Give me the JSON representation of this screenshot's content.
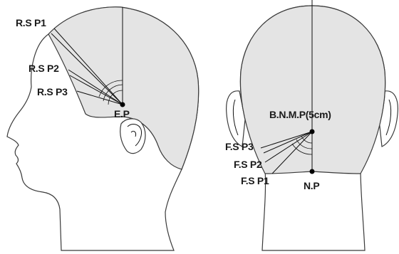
{
  "side_view": {
    "labels": {
      "rsp1": "R.S P1",
      "rsp2": "R.S P2",
      "rsp3": "R.S P3",
      "ep": "E.P"
    }
  },
  "back_view": {
    "labels": {
      "bnmp": "B.N.M.P(5cm)",
      "fsp3": "F.S P3",
      "fsp2": "F.S P2",
      "fsp1": "F.S P1",
      "np": "N.P"
    }
  },
  "colors": {
    "hair_fill": "#e4e4e4",
    "outline": "#3a3a3a",
    "lines": "#111111"
  }
}
